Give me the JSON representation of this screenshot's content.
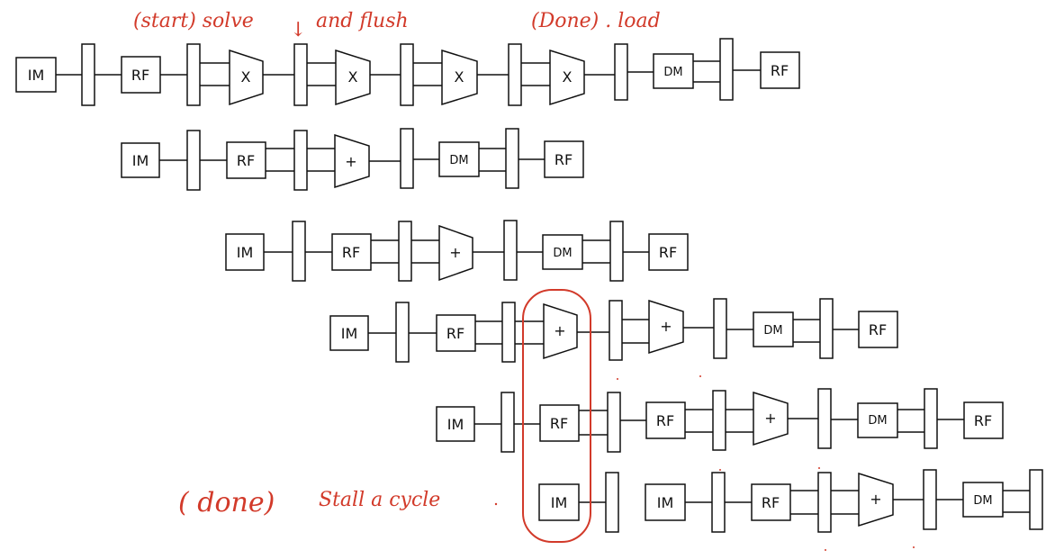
{
  "labels": {
    "im": "IM",
    "rf": "RF",
    "dm": "DM",
    "mul": "X",
    "add": "+"
  },
  "annotations": {
    "start_solve": "(start) solve",
    "and_flush": "and flush",
    "done_load": "(Done) . load",
    "done": "( done)",
    "stall": "Stall a cycle",
    "down_arrow": "↓"
  },
  "colors": {
    "ink": "#111111",
    "annotation": "#d23a2a"
  }
}
